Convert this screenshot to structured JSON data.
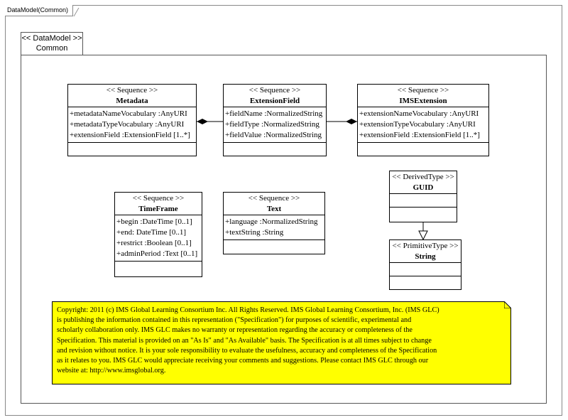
{
  "frame": {
    "title": "DataModel(Common)"
  },
  "package": {
    "stereotype": "<< DataModel >>",
    "name": "Common"
  },
  "classes": [
    {
      "stereotype": "<< Sequence >>",
      "name": "Metadata",
      "attributes": [
        "+metadataNameVocabulary  :AnyURI",
        "+metadataTypeVocabulary  :AnyURI",
        "+extensionField  :ExtensionField  [1..*]"
      ]
    },
    {
      "stereotype": "<< Sequence >>",
      "name": "ExtensionField",
      "attributes": [
        "+fieldName  :NormalizedString",
        "+fieldType  :NormalizedString",
        "+fieldValue  :NormalizedString"
      ]
    },
    {
      "stereotype": "<< Sequence >>",
      "name": "IMSExtension",
      "attributes": [
        "+extensionNameVocabulary  :AnyURI",
        "+extensionTypeVocabulary  :AnyURI",
        "+extensionField  :ExtensionField  [1..*]"
      ]
    },
    {
      "stereotype": "<< Sequence >>",
      "name": "TimeFrame",
      "attributes": [
        "+begin :DateTime [0..1]",
        "+end: DateTime [0..1]",
        "+restrict :Boolean [0..1]",
        "+adminPeriod  :Text [0..1]"
      ]
    },
    {
      "stereotype": "<< Sequence >>",
      "name": "Text",
      "attributes": [
        "+language  :NormalizedString",
        "+textString  :String"
      ]
    },
    {
      "stereotype": "<< DerivedType  >>",
      "name": "GUID",
      "attributes": []
    },
    {
      "stereotype": "<< PrimitiveType  >>",
      "name": "String",
      "attributes": []
    }
  ],
  "note": {
    "lines": [
      "Copyright: 2011 (c) IMS Global Learning Consortium Inc.  All Rights Reserved.  IMS Global Learning Consortium, Inc. (IMS GLC)",
      "is publishing the information contained in this representation (\"Specification\") for purposes of scientific, experimental and",
      "scholarly collaboration only.  IMS GLC makes no warranty or representation regarding  the accuracy or completeness of the",
      "Specification.  This material is provided on an \"As Is\" and \"As Available\" basis.  The Specification is at all times subject to change",
      "and revision without notice.  It is your sole responsibility to evaluate the usefulness, accuracy and completeness of the Specification",
      "as it relates to you.  IMS GLC would appreciate receiving your comments and suggestions.  Please contact IMS GLC through our",
      "website at: http://www.imsglobal.org."
    ]
  }
}
